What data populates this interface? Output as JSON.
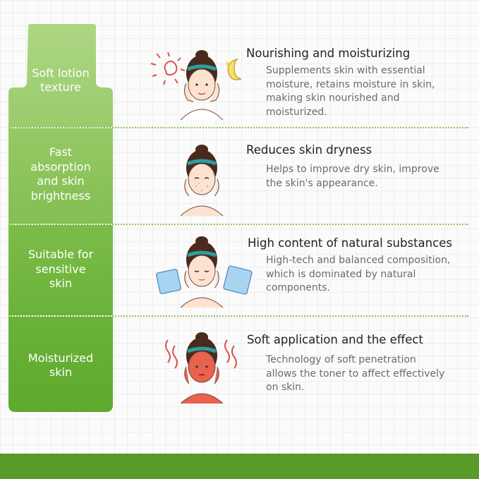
{
  "colors": {
    "bottle_light": "#a3cf7a",
    "bottle_mid": "#8cc45a",
    "bottle_dark": "#6bb03a",
    "footer": "#5a9a2a",
    "divider": "#8cc45a"
  },
  "sections": [
    {
      "label": "Soft lotion\ntexture",
      "title": "Nourishing and moisturizing",
      "description": "Supplements skin with essential\nmoisture, retains moisture in skin,\nmaking skin nourished and\nmoisturized.",
      "icon": "face-sun-moon-icon"
    },
    {
      "label": "Fast\nabsorption\nand skin\nbrightness",
      "title": "Reduces skin dryness",
      "description": "Helps to improve dry skin, improve\nthe skin's appearance.",
      "icon": "face-dry-skin-icon"
    },
    {
      "label": "Suitable for\nsensitive\nskin",
      "title": "High content of natural substances",
      "description": "High-tech and balanced composition,\nwhich is dominated by natural\ncomponents.",
      "icon": "face-ice-cubes-icon"
    },
    {
      "label": "Moisturized\nskin",
      "title": "Soft application and the effect",
      "description": "Technology of soft penetration\nallows the toner to affect effectively\non skin.",
      "icon": "face-heat-icon"
    }
  ]
}
